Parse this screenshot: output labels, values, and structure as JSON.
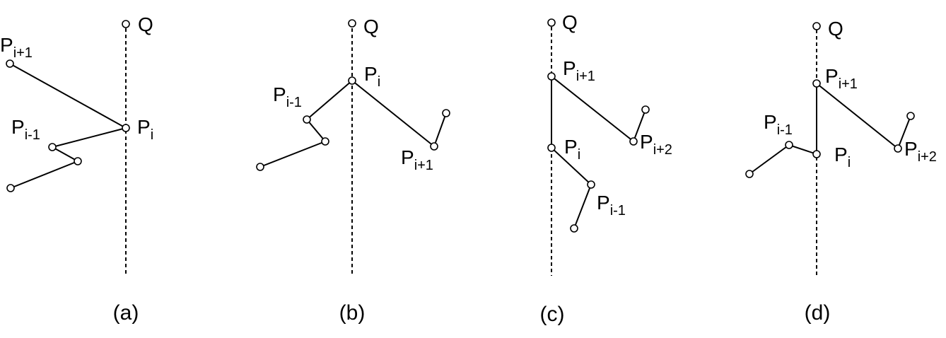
{
  "panels": [
    {
      "caption": "(a)",
      "labels": {
        "q": {
          "main": "Q",
          "sub": ""
        },
        "p_next": {
          "main": "P",
          "sub": "i+1"
        },
        "p_prev": {
          "main": "P",
          "sub": "i-1"
        },
        "p_i": {
          "main": "P",
          "sub": "i"
        }
      }
    },
    {
      "caption": "(b)",
      "labels": {
        "q": {
          "main": "Q",
          "sub": ""
        },
        "p_i": {
          "main": "P",
          "sub": "i"
        },
        "p_prev": {
          "main": "P",
          "sub": "i-1"
        },
        "p_next": {
          "main": "P",
          "sub": "i+1"
        }
      }
    },
    {
      "caption": "(c)",
      "labels": {
        "q": {
          "main": "Q",
          "sub": ""
        },
        "p_next": {
          "main": "P",
          "sub": "i+1"
        },
        "p_next2": {
          "main": "P",
          "sub": "i+2"
        },
        "p_i": {
          "main": "P",
          "sub": "i"
        },
        "p_prev": {
          "main": "P",
          "sub": "i-1"
        }
      }
    },
    {
      "caption": "(d)",
      "labels": {
        "q": {
          "main": "Q",
          "sub": ""
        },
        "p_next": {
          "main": "P",
          "sub": "i+1"
        },
        "p_prev": {
          "main": "P",
          "sub": "i-1"
        },
        "p_i": {
          "main": "P",
          "sub": "i"
        },
        "p_next2": {
          "main": "P",
          "sub": "i+2"
        }
      }
    }
  ]
}
